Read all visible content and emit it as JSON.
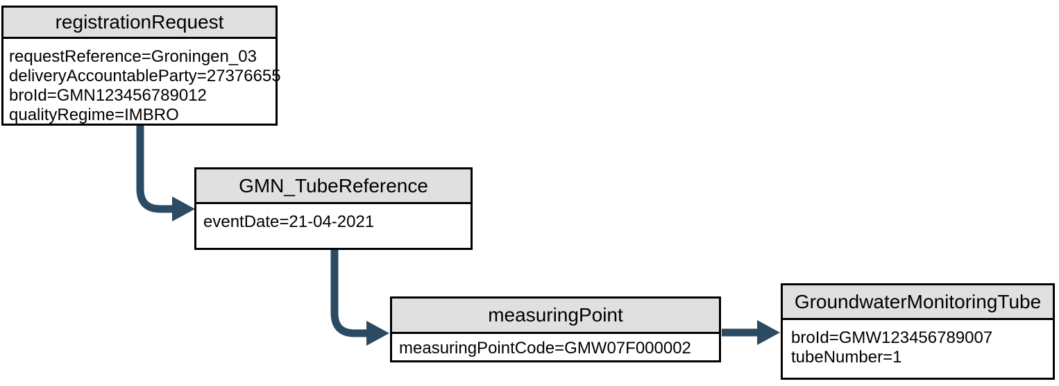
{
  "diagram": {
    "description": "Object diagram of a BRO groundwater monitoring network registration request",
    "colors": {
      "arrow": "#2C4B63",
      "node_border": "#000000",
      "node_header_bg": "#E0E0E0",
      "node_body_bg": "#FFFFFF",
      "text": "#000000",
      "background": "#FFFFFF"
    },
    "nodes": {
      "registration_request": {
        "title": "registrationRequest",
        "attributes": [
          "requestReference=Groningen_03",
          "deliveryAccountableParty=27376655",
          "broId=GMN123456789012",
          "qualityRegime=IMBRO"
        ]
      },
      "gmn_tube_reference": {
        "title": "GMN_TubeReference",
        "attributes": [
          "eventDate=21-04-2021"
        ]
      },
      "measuring_point": {
        "title": "measuringPoint",
        "attributes": [
          "measuringPointCode=GMW07F000002"
        ]
      },
      "groundwater_monitoring_tube": {
        "title": "GroundwaterMonitoringTube",
        "attributes": [
          "broId=GMW123456789007",
          "tubeNumber=1"
        ]
      }
    },
    "edges": [
      {
        "from": "registrationRequest",
        "to": "GMN_TubeReference",
        "style": "elbow-down-right"
      },
      {
        "from": "GMN_TubeReference",
        "to": "measuringPoint",
        "style": "elbow-down-right"
      },
      {
        "from": "measuringPoint",
        "to": "GroundwaterMonitoringTube",
        "style": "straight-right"
      }
    ]
  }
}
